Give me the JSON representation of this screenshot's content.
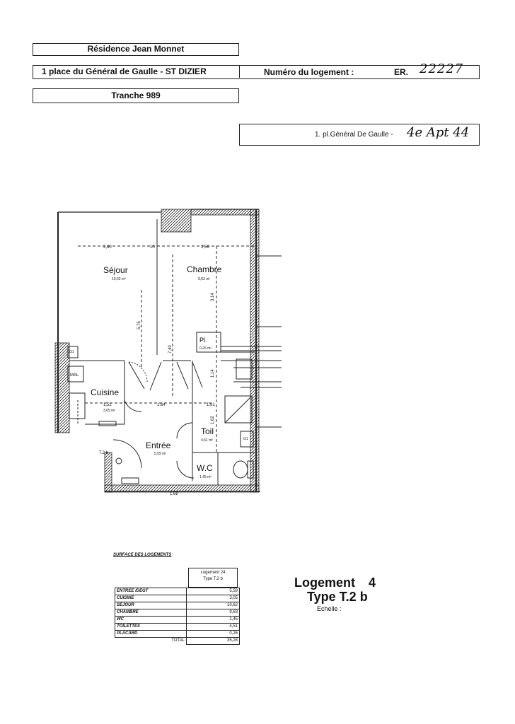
{
  "header": {
    "residence": "Résidence Jean Monnet",
    "address": "1 place du Général de Gaulle - ST DIZIER",
    "logement_label": "Numéro du logement :",
    "logement_prefix": "ER.",
    "logement_number_hand": "22227",
    "tranche": "Tranche 989",
    "secondary_address": "1. pl.Général De Gaulle -",
    "secondary_hand": "4e Apt 44"
  },
  "plan": {
    "rooms": {
      "sejour": {
        "name": "Séjour",
        "area": "10,62 m²"
      },
      "chambre": {
        "name": "Chambre",
        "area": "9,63 m²"
      },
      "cuisine": {
        "name": "Cuisine",
        "area": "3,05 m²"
      },
      "entree": {
        "name": "Entrée",
        "area": "5,59 m²"
      },
      "toilettes": {
        "name": "Toil",
        "area": "4,51 m²"
      },
      "wc": {
        "name": "W.C",
        "area": "1,45 m²"
      },
      "placard": {
        "name": "Pl.",
        "area": "0,26 m²"
      }
    },
    "dimensions": {
      "d1": "2,60",
      "d2": "10",
      "d3": "2,56",
      "d4": "3,14",
      "d5": "5,75",
      "d6": "7,40",
      "d7": "1,52",
      "d8": "1,64",
      "d9": "1,61",
      "d10": "1,14",
      "d11": "1,62",
      "d12": "1,68"
    },
    "fixtures": {
      "gt1": "G1",
      "mal": "MAL",
      "gt2": "G1",
      "type_mark": "T.2 b"
    }
  },
  "surface_table": {
    "title": "SURFACE DES LOGEMENTS",
    "col_header_line1": "Logement 24",
    "col_header_line2": "Type T.2 b",
    "rows": [
      {
        "label": "ENTREE /DEGT",
        "value": "5,59"
      },
      {
        "label": "CUISINE",
        "value": "3,05"
      },
      {
        "label": "SEJOUR",
        "value": "10,62"
      },
      {
        "label": "CHAMBRE",
        "value": "9,63"
      },
      {
        "label": "WC",
        "value": "1,45"
      },
      {
        "label": "TOILETTES",
        "value": "4,51"
      },
      {
        "label": "PLACARD",
        "value": "0,26"
      }
    ],
    "total_label": "TOTAL",
    "total_value": "35,28"
  },
  "footer": {
    "logement": "Logement",
    "logement_number": "4",
    "type": "Type T.2 b",
    "echelle": "Echelle :"
  }
}
